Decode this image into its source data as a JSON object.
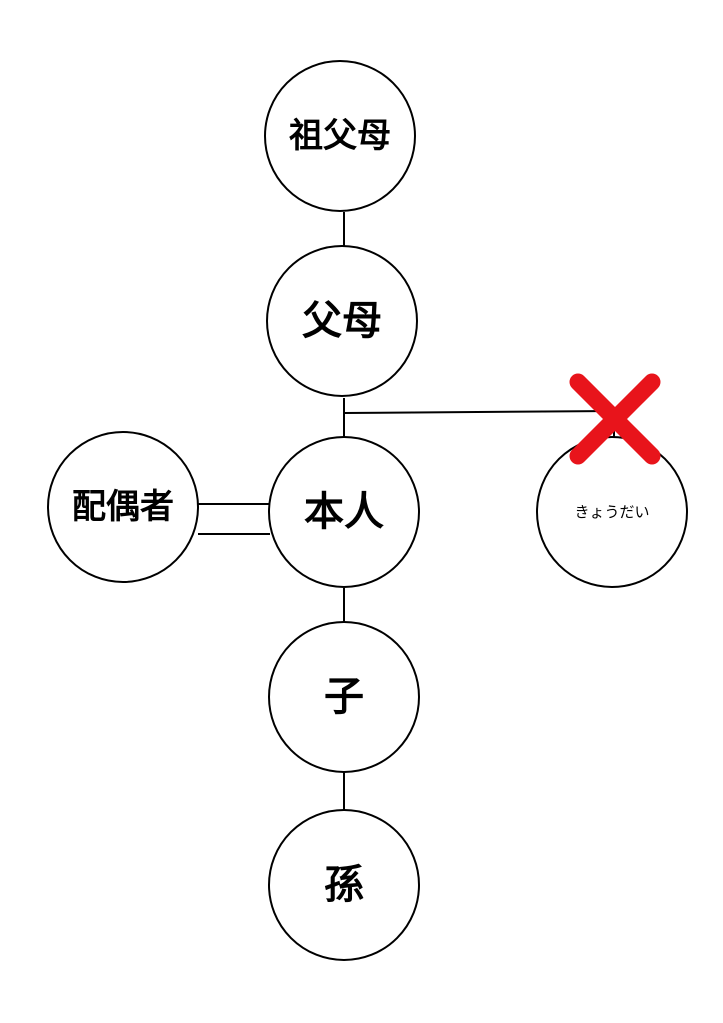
{
  "nodes": {
    "grandparents": {
      "label": "祖父母"
    },
    "parents": {
      "label": "父母"
    },
    "self": {
      "label": "本人"
    },
    "spouse": {
      "label": "配偶者"
    },
    "siblings": {
      "label": "きょうだい"
    },
    "children": {
      "label": "子"
    },
    "grandchildren": {
      "label": "孫"
    }
  },
  "colors": {
    "cross_mark": "#e8141b",
    "line": "#000000"
  }
}
